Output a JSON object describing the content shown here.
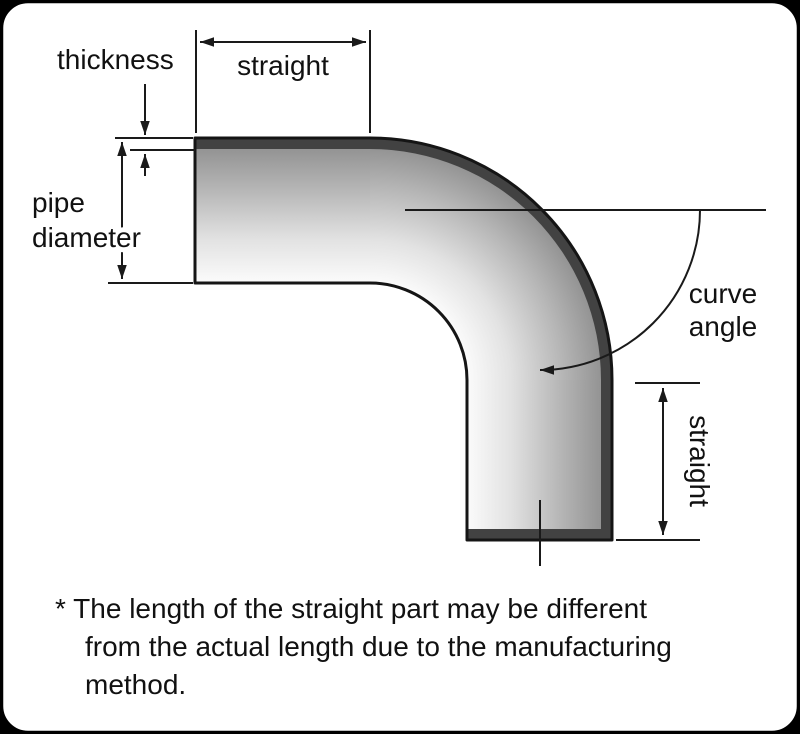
{
  "labels": {
    "thickness": "thickness",
    "straight_top": "straight",
    "pipe_diameter": [
      "pipe",
      "diameter"
    ],
    "curve_angle": [
      "curve",
      "angle"
    ],
    "straight_right": "straight"
  },
  "footnote": {
    "lines": [
      "* The length of the straight part may be different",
      "from the actual length due to the manufacturing",
      "method."
    ]
  },
  "colors": {
    "background": "#ffffff",
    "line": "#1a1a1a",
    "pipe_inner_light": "#fbfbfb",
    "pipe_mid": "#b5b5b5",
    "pipe_outer_dark": "#8a8a8a",
    "wall_band": "#424242"
  }
}
